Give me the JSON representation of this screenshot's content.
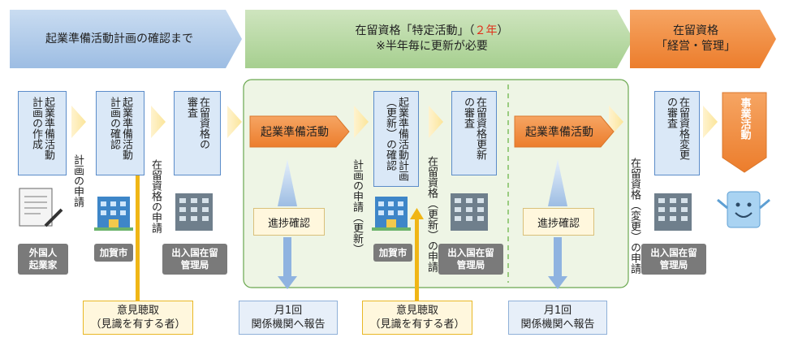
{
  "header": {
    "phase1": "起業準備活動計画の確認まで",
    "phase2_line1_prefix": "在留資格「特定活動」（",
    "phase2_line1_em": "２年",
    "phase2_line1_suffix": "）",
    "phase2_line2": "※半年毎に更新が必要",
    "phase3_line1": "在留資格",
    "phase3_line2": "「経営・管理」"
  },
  "steps": {
    "plan_create": "起業準備活動\n計画の作成",
    "plan_confirm": "起業準備活動\n計画の確認",
    "status_review": "在留資格の\n審査",
    "plan_update_confirm": "起業準備活動計画\n（更新）の確認",
    "renewal_review": "在留資格更新\nの審査",
    "change_review": "在留資格変更\nの審査",
    "business": "事業活動"
  },
  "activities": {
    "prep1": "起業準備活動",
    "prep2": "起業準備活動",
    "progress1": "進捗確認",
    "progress2": "進捗確認"
  },
  "applications": {
    "plan_apply1": "計画の申請",
    "status_apply": "在留資格の申請",
    "plan_apply2": "計画の申請（更新）",
    "renewal_apply": "在留資格（更新）の申請",
    "change_apply": "在留資格（変更）の申請"
  },
  "actors": {
    "foreigner": "外国人\n起業家",
    "city1": "加賀市",
    "immigration1": "出入国在留\n管理局",
    "city2": "加賀市",
    "immigration2": "出入国在留\n管理局",
    "immigration3": "出入国在留\n管理局"
  },
  "notes": {
    "opinion1_line1": "意見聴取",
    "opinion1_line2": "（見識を有する者）",
    "report1_line1": "月1回",
    "report1_line2": "関係機関へ報告",
    "opinion2_line1": "意見聴取",
    "opinion2_line2": "（見識を有する者）",
    "report2_line1": "月1回",
    "report2_line2": "関係機関へ報告"
  },
  "colors": {
    "blue_header": "#a9c4e6",
    "green_header": "#aed29a",
    "orange_header": "#f0883a",
    "accent_red": "#e0321c",
    "green_panel": "#eef5e5"
  }
}
